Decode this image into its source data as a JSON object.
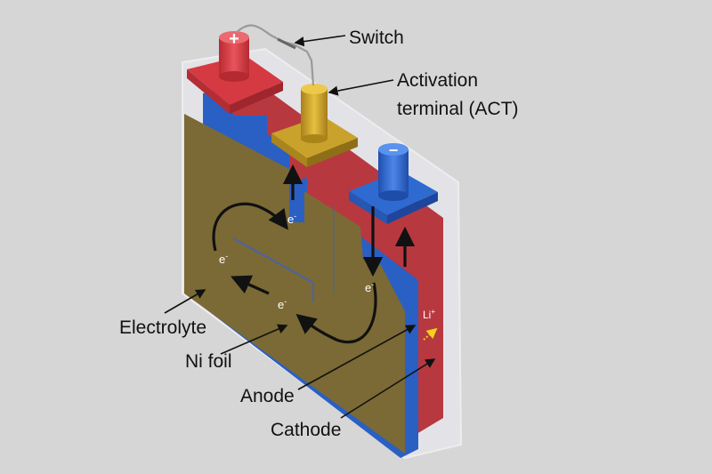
{
  "labels": {
    "switch": "Switch",
    "activation_line1": "Activation",
    "activation_line2": "terminal (ACT)",
    "electrolyte": "Electrolyte",
    "ni_foil": "Ni foil",
    "anode": "Anode",
    "cathode": "Cathode"
  },
  "markers": {
    "electron": "e",
    "electron_sup": "-",
    "lithium": "Li",
    "lithium_sup": "+"
  },
  "terminal_symbols": {
    "positive": "+",
    "negative": "−"
  },
  "colors": {
    "background": "#d6d6d6",
    "casing": "#e4e4e8",
    "ni_foil": "#7b6a35",
    "anode": "#2a5fc4",
    "cathode": "#b8383f",
    "positive_terminal": "#d53a42",
    "activation_terminal": "#c9a22c",
    "negative_terminal": "#2f6ad0",
    "li_arrow": "#f2d21c"
  }
}
